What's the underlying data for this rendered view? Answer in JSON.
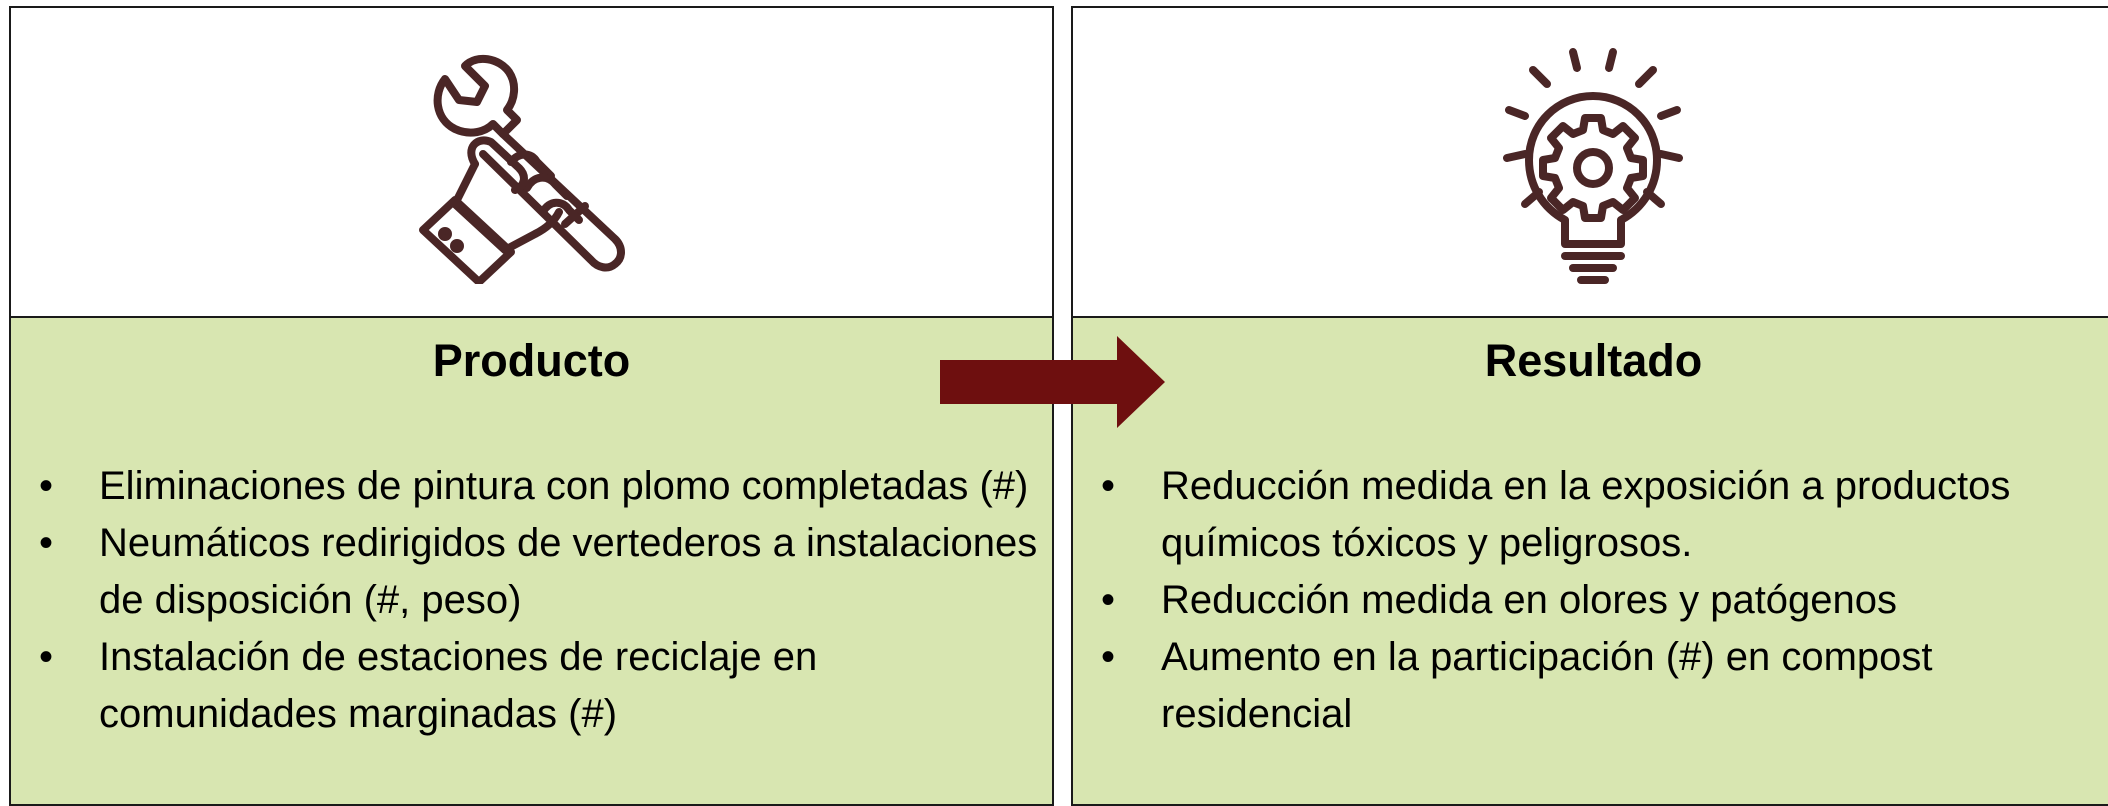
{
  "panels": [
    {
      "title": "Producto",
      "icon": "wrench-hand-icon",
      "items": [
        "Eliminaciones de pintura con plomo completadas (#)",
        "Neumáticos redirigidos de vertederos a instalaciones de disposición (#, peso)",
        "Instalación de estaciones de reciclaje en comunidades marginadas (#)"
      ]
    },
    {
      "title": "Resultado",
      "icon": "lightbulb-gear-icon",
      "items": [
        "Reducción medida en la exposición a productos químicos tóxicos y peligrosos.",
        "Reducción medida en olores y patógenos",
        "Aumento en la participación (#) en compost residencial"
      ]
    }
  ],
  "arrow_icon": "right-arrow-icon",
  "colors": {
    "panel_fill": "#d8e6b1",
    "icon_color": "#4a2626",
    "arrow_color": "#6e0f0f",
    "border": "#1a1a1a"
  }
}
